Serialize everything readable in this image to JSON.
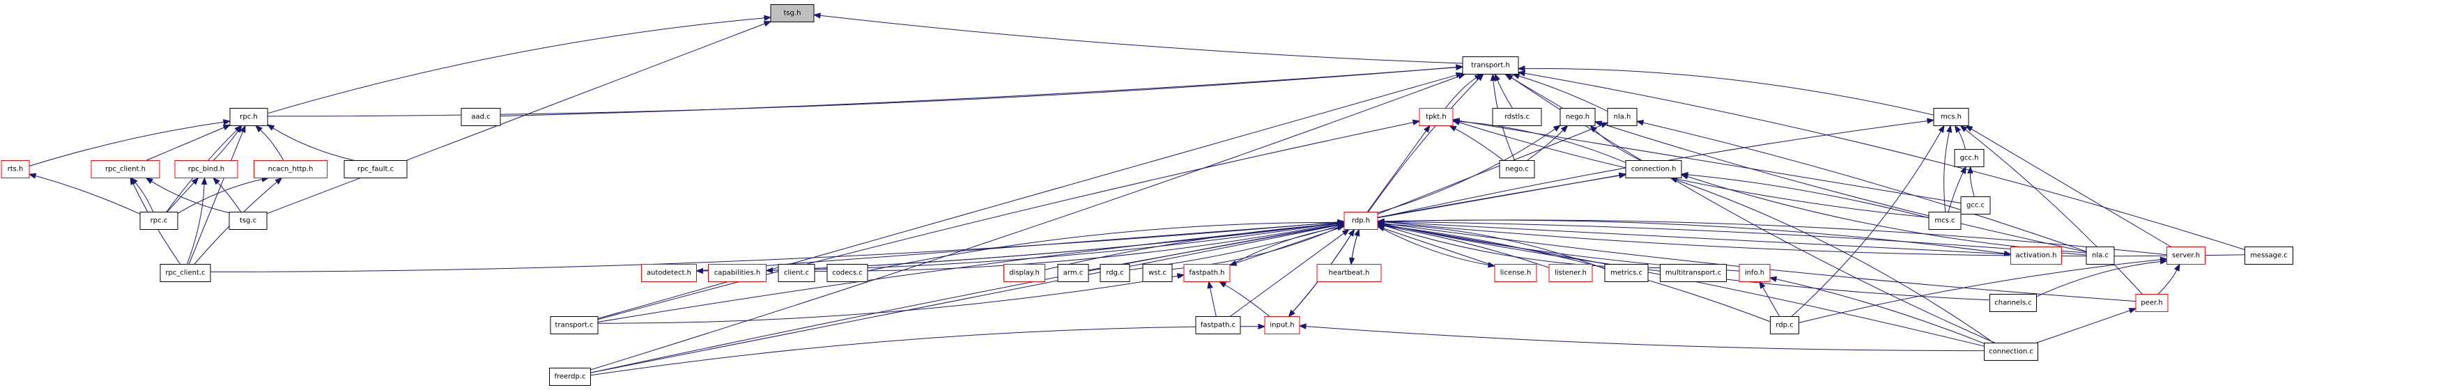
{
  "graph": {
    "title": "tsg.h dependency graph (included-by)",
    "colors": {
      "edge": "#191970",
      "node_border": "#000000",
      "node_border_incomplete": "#ff0000",
      "root_fill": "#bfbfbf",
      "node_fill": "#ffffff"
    },
    "nodes": [
      {
        "id": "tsg_h",
        "label": "tsg.h",
        "root": true,
        "red": false
      },
      {
        "id": "transport_h",
        "label": "transport.h",
        "red": false
      },
      {
        "id": "rpc_h",
        "label": "rpc.h",
        "red": false
      },
      {
        "id": "aad_c",
        "label": "aad.c",
        "red": false
      },
      {
        "id": "tpkt_h",
        "label": "tpkt.h",
        "red": true
      },
      {
        "id": "rdstls_c",
        "label": "rdstls.c",
        "red": false
      },
      {
        "id": "nego_h",
        "label": "nego.h",
        "red": false
      },
      {
        "id": "nla_h",
        "label": "nla.h",
        "red": false
      },
      {
        "id": "mcs_h",
        "label": "mcs.h",
        "red": false
      },
      {
        "id": "rts_h",
        "label": "rts.h",
        "red": true
      },
      {
        "id": "rpc_client_h",
        "label": "rpc_client.h",
        "red": true
      },
      {
        "id": "rpc_bind_h",
        "label": "rpc_bind.h",
        "red": true
      },
      {
        "id": "ncacn_http_h",
        "label": "ncacn_http.h",
        "red": true
      },
      {
        "id": "rpc_fault_c",
        "label": "rpc_fault.c",
        "red": false
      },
      {
        "id": "gcc_h",
        "label": "gcc.h",
        "red": false
      },
      {
        "id": "nego_c",
        "label": "nego.c",
        "red": false
      },
      {
        "id": "connection_h",
        "label": "connection.h",
        "red": false
      },
      {
        "id": "rpc_c",
        "label": "rpc.c",
        "red": false
      },
      {
        "id": "tsg_c",
        "label": "tsg.c",
        "red": false
      },
      {
        "id": "gcc_c",
        "label": "gcc.c",
        "red": false
      },
      {
        "id": "mcs_c",
        "label": "mcs.c",
        "red": false
      },
      {
        "id": "rdp_h",
        "label": "rdp.h",
        "red": true
      },
      {
        "id": "rpc_client_c",
        "label": "rpc_client.c",
        "red": false
      },
      {
        "id": "autodetect_h",
        "label": "autodetect.h",
        "red": true
      },
      {
        "id": "capabilities_h",
        "label": "capabilities.h",
        "red": true
      },
      {
        "id": "client_c",
        "label": "client.c",
        "red": false
      },
      {
        "id": "codecs_c",
        "label": "codecs.c",
        "red": false
      },
      {
        "id": "display_h",
        "label": "display.h",
        "red": true
      },
      {
        "id": "arm_c",
        "label": "arm.c",
        "red": false
      },
      {
        "id": "rdg_c",
        "label": "rdg.c",
        "red": false
      },
      {
        "id": "wst_c",
        "label": "wst.c",
        "red": false
      },
      {
        "id": "fastpath_h",
        "label": "fastpath.h",
        "red": true
      },
      {
        "id": "heartbeat_h",
        "label": "heartbeat.h",
        "red": true
      },
      {
        "id": "license_h",
        "label": "license.h",
        "red": true
      },
      {
        "id": "listener_h",
        "label": "listener.h",
        "red": true
      },
      {
        "id": "metrics_c",
        "label": "metrics.c",
        "red": false
      },
      {
        "id": "multitransport_c",
        "label": "multitransport.c",
        "red": false
      },
      {
        "id": "info_h",
        "label": "info.h",
        "red": true
      },
      {
        "id": "activation_h",
        "label": "activation.h",
        "red": true
      },
      {
        "id": "nla_c",
        "label": "nla.c",
        "red": false
      },
      {
        "id": "server_h",
        "label": "server.h",
        "red": true
      },
      {
        "id": "message_c",
        "label": "message.c",
        "red": false
      },
      {
        "id": "transport_c",
        "label": "transport.c",
        "red": false
      },
      {
        "id": "fastpath_c",
        "label": "fastpath.c",
        "red": false
      },
      {
        "id": "input_h",
        "label": "input.h",
        "red": true
      },
      {
        "id": "rdp_c",
        "label": "rdp.c",
        "red": false
      },
      {
        "id": "channels_c",
        "label": "channels.c",
        "red": false
      },
      {
        "id": "peer_h",
        "label": "peer.h",
        "red": true
      },
      {
        "id": "freerdp_c",
        "label": "freerdp.c",
        "red": false
      },
      {
        "id": "connection_c",
        "label": "connection.c",
        "red": false
      }
    ],
    "edges": [
      [
        "rpc_h",
        "tsg_h"
      ],
      [
        "transport_h",
        "tsg_h"
      ],
      [
        "tsg_c",
        "tsg_h"
      ],
      [
        "aad_c",
        "transport_h"
      ],
      [
        "rpc_h",
        "transport_h"
      ],
      [
        "tpkt_h",
        "transport_h"
      ],
      [
        "rdstls_c",
        "transport_h"
      ],
      [
        "nego_h",
        "transport_h"
      ],
      [
        "nla_h",
        "transport_h"
      ],
      [
        "mcs_h",
        "transport_h"
      ],
      [
        "nego_c",
        "transport_h"
      ],
      [
        "rdp_h",
        "transport_h"
      ],
      [
        "transport_c",
        "transport_h"
      ],
      [
        "freerdp_c",
        "transport_h"
      ],
      [
        "message_c",
        "transport_h"
      ],
      [
        "connection_c",
        "transport_h"
      ],
      [
        "rts_h",
        "rpc_h"
      ],
      [
        "rpc_client_h",
        "rpc_h"
      ],
      [
        "rpc_bind_h",
        "rpc_h"
      ],
      [
        "ncacn_http_h",
        "rpc_h"
      ],
      [
        "rpc_fault_c",
        "rpc_h"
      ],
      [
        "rpc_c",
        "rpc_h"
      ],
      [
        "rpc_client_c",
        "rpc_h"
      ],
      [
        "rpc_c",
        "rts_h"
      ],
      [
        "rpc_c",
        "rpc_client_h"
      ],
      [
        "tsg_c",
        "rpc_client_h"
      ],
      [
        "rpc_client_c",
        "rpc_client_h"
      ],
      [
        "rpc_c",
        "rpc_bind_h"
      ],
      [
        "tsg_c",
        "rpc_bind_h"
      ],
      [
        "rpc_client_c",
        "rpc_bind_h"
      ],
      [
        "rpc_c",
        "ncacn_http_h"
      ],
      [
        "rpc_client_c",
        "ncacn_http_h"
      ],
      [
        "rdp_h",
        "tpkt_h"
      ],
      [
        "nego_c",
        "tpkt_h"
      ],
      [
        "connection_h",
        "tpkt_h"
      ],
      [
        "mcs_c",
        "tpkt_h"
      ],
      [
        "transport_c",
        "tpkt_h"
      ],
      [
        "gcc_c",
        "tpkt_h"
      ],
      [
        "nego_c",
        "nego_h"
      ],
      [
        "rdp_h",
        "nego_h"
      ],
      [
        "connection_h",
        "nego_h"
      ],
      [
        "nla_c",
        "nego_h"
      ],
      [
        "rdp_h",
        "nla_h"
      ],
      [
        "nla_c",
        "nla_h"
      ],
      [
        "gcc_h",
        "mcs_h"
      ],
      [
        "mcs_c",
        "mcs_h"
      ],
      [
        "rdp_h",
        "mcs_h"
      ],
      [
        "server_h",
        "mcs_h"
      ],
      [
        "peer_h",
        "mcs_h"
      ],
      [
        "rdp_c",
        "mcs_h"
      ],
      [
        "gcc_c",
        "gcc_h"
      ],
      [
        "mcs_c",
        "gcc_h"
      ],
      [
        "rdp_h",
        "connection_h"
      ],
      [
        "mcs_c",
        "connection_h"
      ],
      [
        "connection_c",
        "connection_h"
      ],
      [
        "nla_c",
        "connection_h"
      ],
      [
        "freerdp_c",
        "connection_h"
      ],
      [
        "autodetect_h",
        "rdp_h"
      ],
      [
        "capabilities_h",
        "rdp_h"
      ],
      [
        "client_c",
        "rdp_h"
      ],
      [
        "codecs_c",
        "rdp_h"
      ],
      [
        "display_h",
        "rdp_h"
      ],
      [
        "arm_c",
        "rdp_h"
      ],
      [
        "rdg_c",
        "rdp_h"
      ],
      [
        "wst_c",
        "rdp_h"
      ],
      [
        "fastpath_h",
        "rdp_h"
      ],
      [
        "heartbeat_h",
        "rdp_h"
      ],
      [
        "license_h",
        "rdp_h"
      ],
      [
        "listener_h",
        "rdp_h"
      ],
      [
        "metrics_c",
        "rdp_h"
      ],
      [
        "multitransport_c",
        "rdp_h"
      ],
      [
        "info_h",
        "rdp_h"
      ],
      [
        "activation_h",
        "rdp_h"
      ],
      [
        "nla_c",
        "rdp_h"
      ],
      [
        "server_h",
        "rdp_h"
      ],
      [
        "message_c",
        "rdp_h"
      ],
      [
        "transport_c",
        "rdp_h"
      ],
      [
        "fastpath_c",
        "rdp_h"
      ],
      [
        "input_h",
        "rdp_h"
      ],
      [
        "rdp_c",
        "rdp_h"
      ],
      [
        "channels_c",
        "rdp_h"
      ],
      [
        "peer_h",
        "rdp_h"
      ],
      [
        "freerdp_c",
        "rdp_h"
      ],
      [
        "connection_c",
        "rdp_h"
      ],
      [
        "rpc_client_c",
        "rdp_h"
      ],
      [
        "rdp_h",
        "autodetect_h"
      ],
      [
        "rdp_h",
        "capabilities_h"
      ],
      [
        "rdp_h",
        "fastpath_h"
      ],
      [
        "rdp_h",
        "heartbeat_h"
      ],
      [
        "rdp_h",
        "license_h"
      ],
      [
        "rdp_h",
        "activation_h"
      ],
      [
        "rdp_h",
        "input_h"
      ],
      [
        "fastpath_c",
        "fastpath_h"
      ],
      [
        "input_h",
        "fastpath_h"
      ],
      [
        "transport_c",
        "fastpath_h"
      ],
      [
        "freerdp_c",
        "input_h"
      ],
      [
        "connection_c",
        "input_h"
      ],
      [
        "rdp_c",
        "info_h"
      ],
      [
        "connection_c",
        "info_h"
      ],
      [
        "peer_h",
        "server_h"
      ],
      [
        "channels_c",
        "server_h"
      ],
      [
        "rdp_c",
        "server_h"
      ],
      [
        "connection_c",
        "peer_h"
      ]
    ]
  }
}
